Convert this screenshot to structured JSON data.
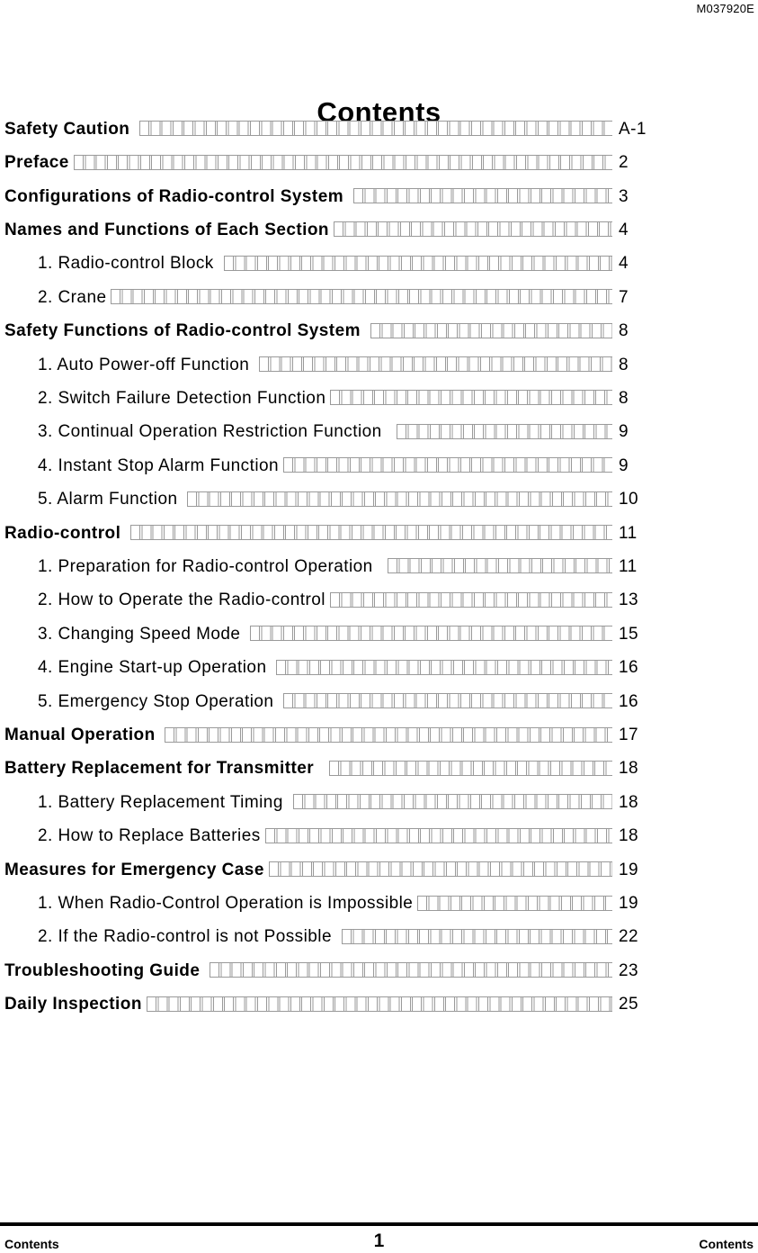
{
  "page": {
    "doc_code": "M037920E",
    "title": "Contents",
    "footer": {
      "left": "Contents",
      "center_page_number": "1",
      "right": "Contents"
    }
  },
  "toc": {
    "leader_style": "boxed-dot-leader",
    "leader_color": "#9a9a9a",
    "entries": [
      {
        "label": "Safety Caution ",
        "page": "A-1",
        "level": 0
      },
      {
        "label": "Preface",
        "page": "2",
        "level": 0
      },
      {
        "label": "Configurations of Radio-control System ",
        "page": "3",
        "level": 0
      },
      {
        "label": "Names and Functions of Each Section",
        "page": "4",
        "level": 0
      },
      {
        "label": "1. Radio-control Block ",
        "page": "4",
        "level": 1
      },
      {
        "label": "2. Crane",
        "page": "7",
        "level": 1
      },
      {
        "label": "Safety Functions of Radio-control System ",
        "page": "8",
        "level": 0
      },
      {
        "label": "1. Auto Power-off Function ",
        "page": "8",
        "level": 1
      },
      {
        "label": "2. Switch Failure Detection Function",
        "page": "8",
        "level": 1
      },
      {
        "label": "3. Continual Operation Restriction Function  ",
        "page": "9",
        "level": 1
      },
      {
        "label": "4. Instant Stop Alarm Function",
        "page": "9",
        "level": 1
      },
      {
        "label": "5. Alarm Function ",
        "page": "10",
        "level": 1
      },
      {
        "label": "Radio-control ",
        "page": "11",
        "level": 0
      },
      {
        "label": "1. Preparation for Radio-control Operation  ",
        "page": "11",
        "level": 1
      },
      {
        "label": "2. How to Operate the Radio-control",
        "page": "13",
        "level": 1
      },
      {
        "label": "3. Changing Speed Mode ",
        "page": "15",
        "level": 1
      },
      {
        "label": "4. Engine Start-up Operation ",
        "page": "16",
        "level": 1
      },
      {
        "label": "5. Emergency Stop Operation ",
        "page": "16",
        "level": 1
      },
      {
        "label": "Manual Operation ",
        "page": "17",
        "level": 0
      },
      {
        "label": "Battery Replacement for Transmitter  ",
        "page": "18",
        "level": 0
      },
      {
        "label": "1. Battery Replacement Timing ",
        "page": "18",
        "level": 1
      },
      {
        "label": "2. How to Replace Batteries",
        "page": "18",
        "level": 1
      },
      {
        "label": "Measures for Emergency Case",
        "page": "19",
        "level": 0
      },
      {
        "label": "1. When Radio-Control Operation is Impossible",
        "page": "19",
        "level": 1
      },
      {
        "label": "2. If the Radio-control is not Possible ",
        "page": "22",
        "level": 1
      },
      {
        "label": "Troubleshooting Guide ",
        "page": "23",
        "level": 0
      },
      {
        "label": "Daily Inspection",
        "page": "25",
        "level": 0
      }
    ]
  }
}
